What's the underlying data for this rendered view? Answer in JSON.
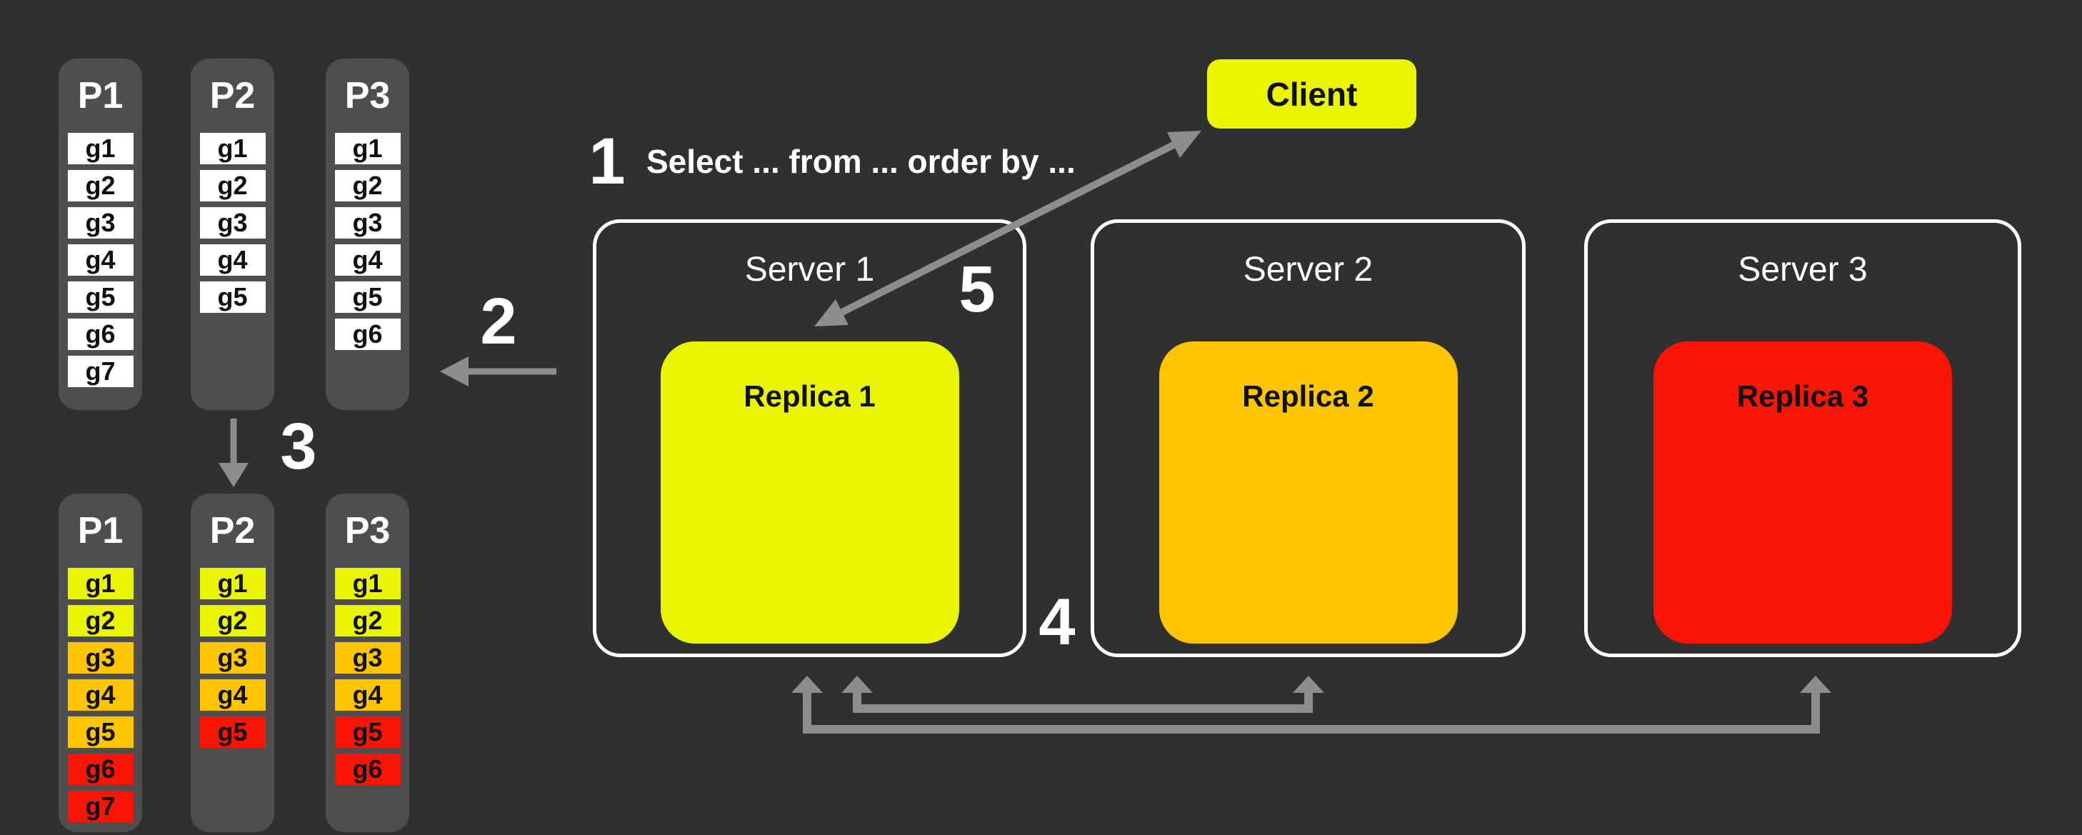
{
  "palette": {
    "background": "#303030",
    "column": "#4e4e4e",
    "arrow": "#8d8d8d",
    "white": "#ffffff",
    "yellow": "#e9f502",
    "orange": "#fdc400",
    "red": "#fa1405"
  },
  "steps": {
    "s1": "1",
    "s2": "2",
    "s3": "3",
    "s4": "4",
    "s5": "5"
  },
  "query": "Select ... from ... order by ...",
  "client": {
    "label": "Client",
    "color": "yellow"
  },
  "servers": [
    {
      "label": "Server 1",
      "replica": {
        "label": "Replica 1",
        "color": "yellow"
      }
    },
    {
      "label": "Server 2",
      "replica": {
        "label": "Replica 2",
        "color": "orange"
      }
    },
    {
      "label": "Server 3",
      "replica": {
        "label": "Replica 3",
        "color": "red"
      }
    }
  ],
  "partitions_top": [
    {
      "label": "P1",
      "items": [
        {
          "g": "g1",
          "c": "white"
        },
        {
          "g": "g2",
          "c": "white"
        },
        {
          "g": "g3",
          "c": "white"
        },
        {
          "g": "g4",
          "c": "white"
        },
        {
          "g": "g5",
          "c": "white"
        },
        {
          "g": "g6",
          "c": "white"
        },
        {
          "g": "g7",
          "c": "white"
        }
      ]
    },
    {
      "label": "P2",
      "items": [
        {
          "g": "g1",
          "c": "white"
        },
        {
          "g": "g2",
          "c": "white"
        },
        {
          "g": "g3",
          "c": "white"
        },
        {
          "g": "g4",
          "c": "white"
        },
        {
          "g": "g5",
          "c": "white"
        }
      ]
    },
    {
      "label": "P3",
      "items": [
        {
          "g": "g1",
          "c": "white"
        },
        {
          "g": "g2",
          "c": "white"
        },
        {
          "g": "g3",
          "c": "white"
        },
        {
          "g": "g4",
          "c": "white"
        },
        {
          "g": "g5",
          "c": "white"
        },
        {
          "g": "g6",
          "c": "white"
        }
      ]
    }
  ],
  "partitions_bottom": [
    {
      "label": "P1",
      "items": [
        {
          "g": "g1",
          "c": "yellow"
        },
        {
          "g": "g2",
          "c": "yellow"
        },
        {
          "g": "g3",
          "c": "orange"
        },
        {
          "g": "g4",
          "c": "orange"
        },
        {
          "g": "g5",
          "c": "orange"
        },
        {
          "g": "g6",
          "c": "red"
        },
        {
          "g": "g7",
          "c": "red"
        }
      ]
    },
    {
      "label": "P2",
      "items": [
        {
          "g": "g1",
          "c": "yellow"
        },
        {
          "g": "g2",
          "c": "yellow"
        },
        {
          "g": "g3",
          "c": "orange"
        },
        {
          "g": "g4",
          "c": "orange"
        },
        {
          "g": "g5",
          "c": "red"
        }
      ]
    },
    {
      "label": "P3",
      "items": [
        {
          "g": "g1",
          "c": "yellow"
        },
        {
          "g": "g2",
          "c": "yellow"
        },
        {
          "g": "g3",
          "c": "orange"
        },
        {
          "g": "g4",
          "c": "orange"
        },
        {
          "g": "g5",
          "c": "red"
        },
        {
          "g": "g6",
          "c": "red"
        }
      ]
    }
  ]
}
